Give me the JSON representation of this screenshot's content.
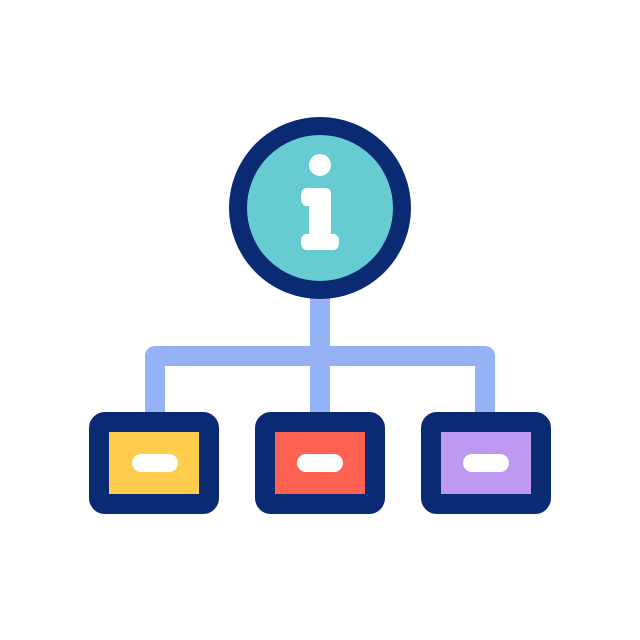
{
  "icon": {
    "name": "information-hierarchy-icon",
    "colors": {
      "background": "#ffffff",
      "outline": "#0a2a73",
      "connector": "#95b3f4",
      "info_fill": "#66ccd1",
      "info_glyph": "#ffffff",
      "box_left_fill": "#ffcc4d",
      "box_center_fill": "#ff6253",
      "box_right_fill": "#be98f1",
      "box_bar": "#ffffff"
    },
    "nodes": {
      "root": "info-circle-icon",
      "children": [
        "child-box-left",
        "child-box-center",
        "child-box-right"
      ]
    }
  }
}
